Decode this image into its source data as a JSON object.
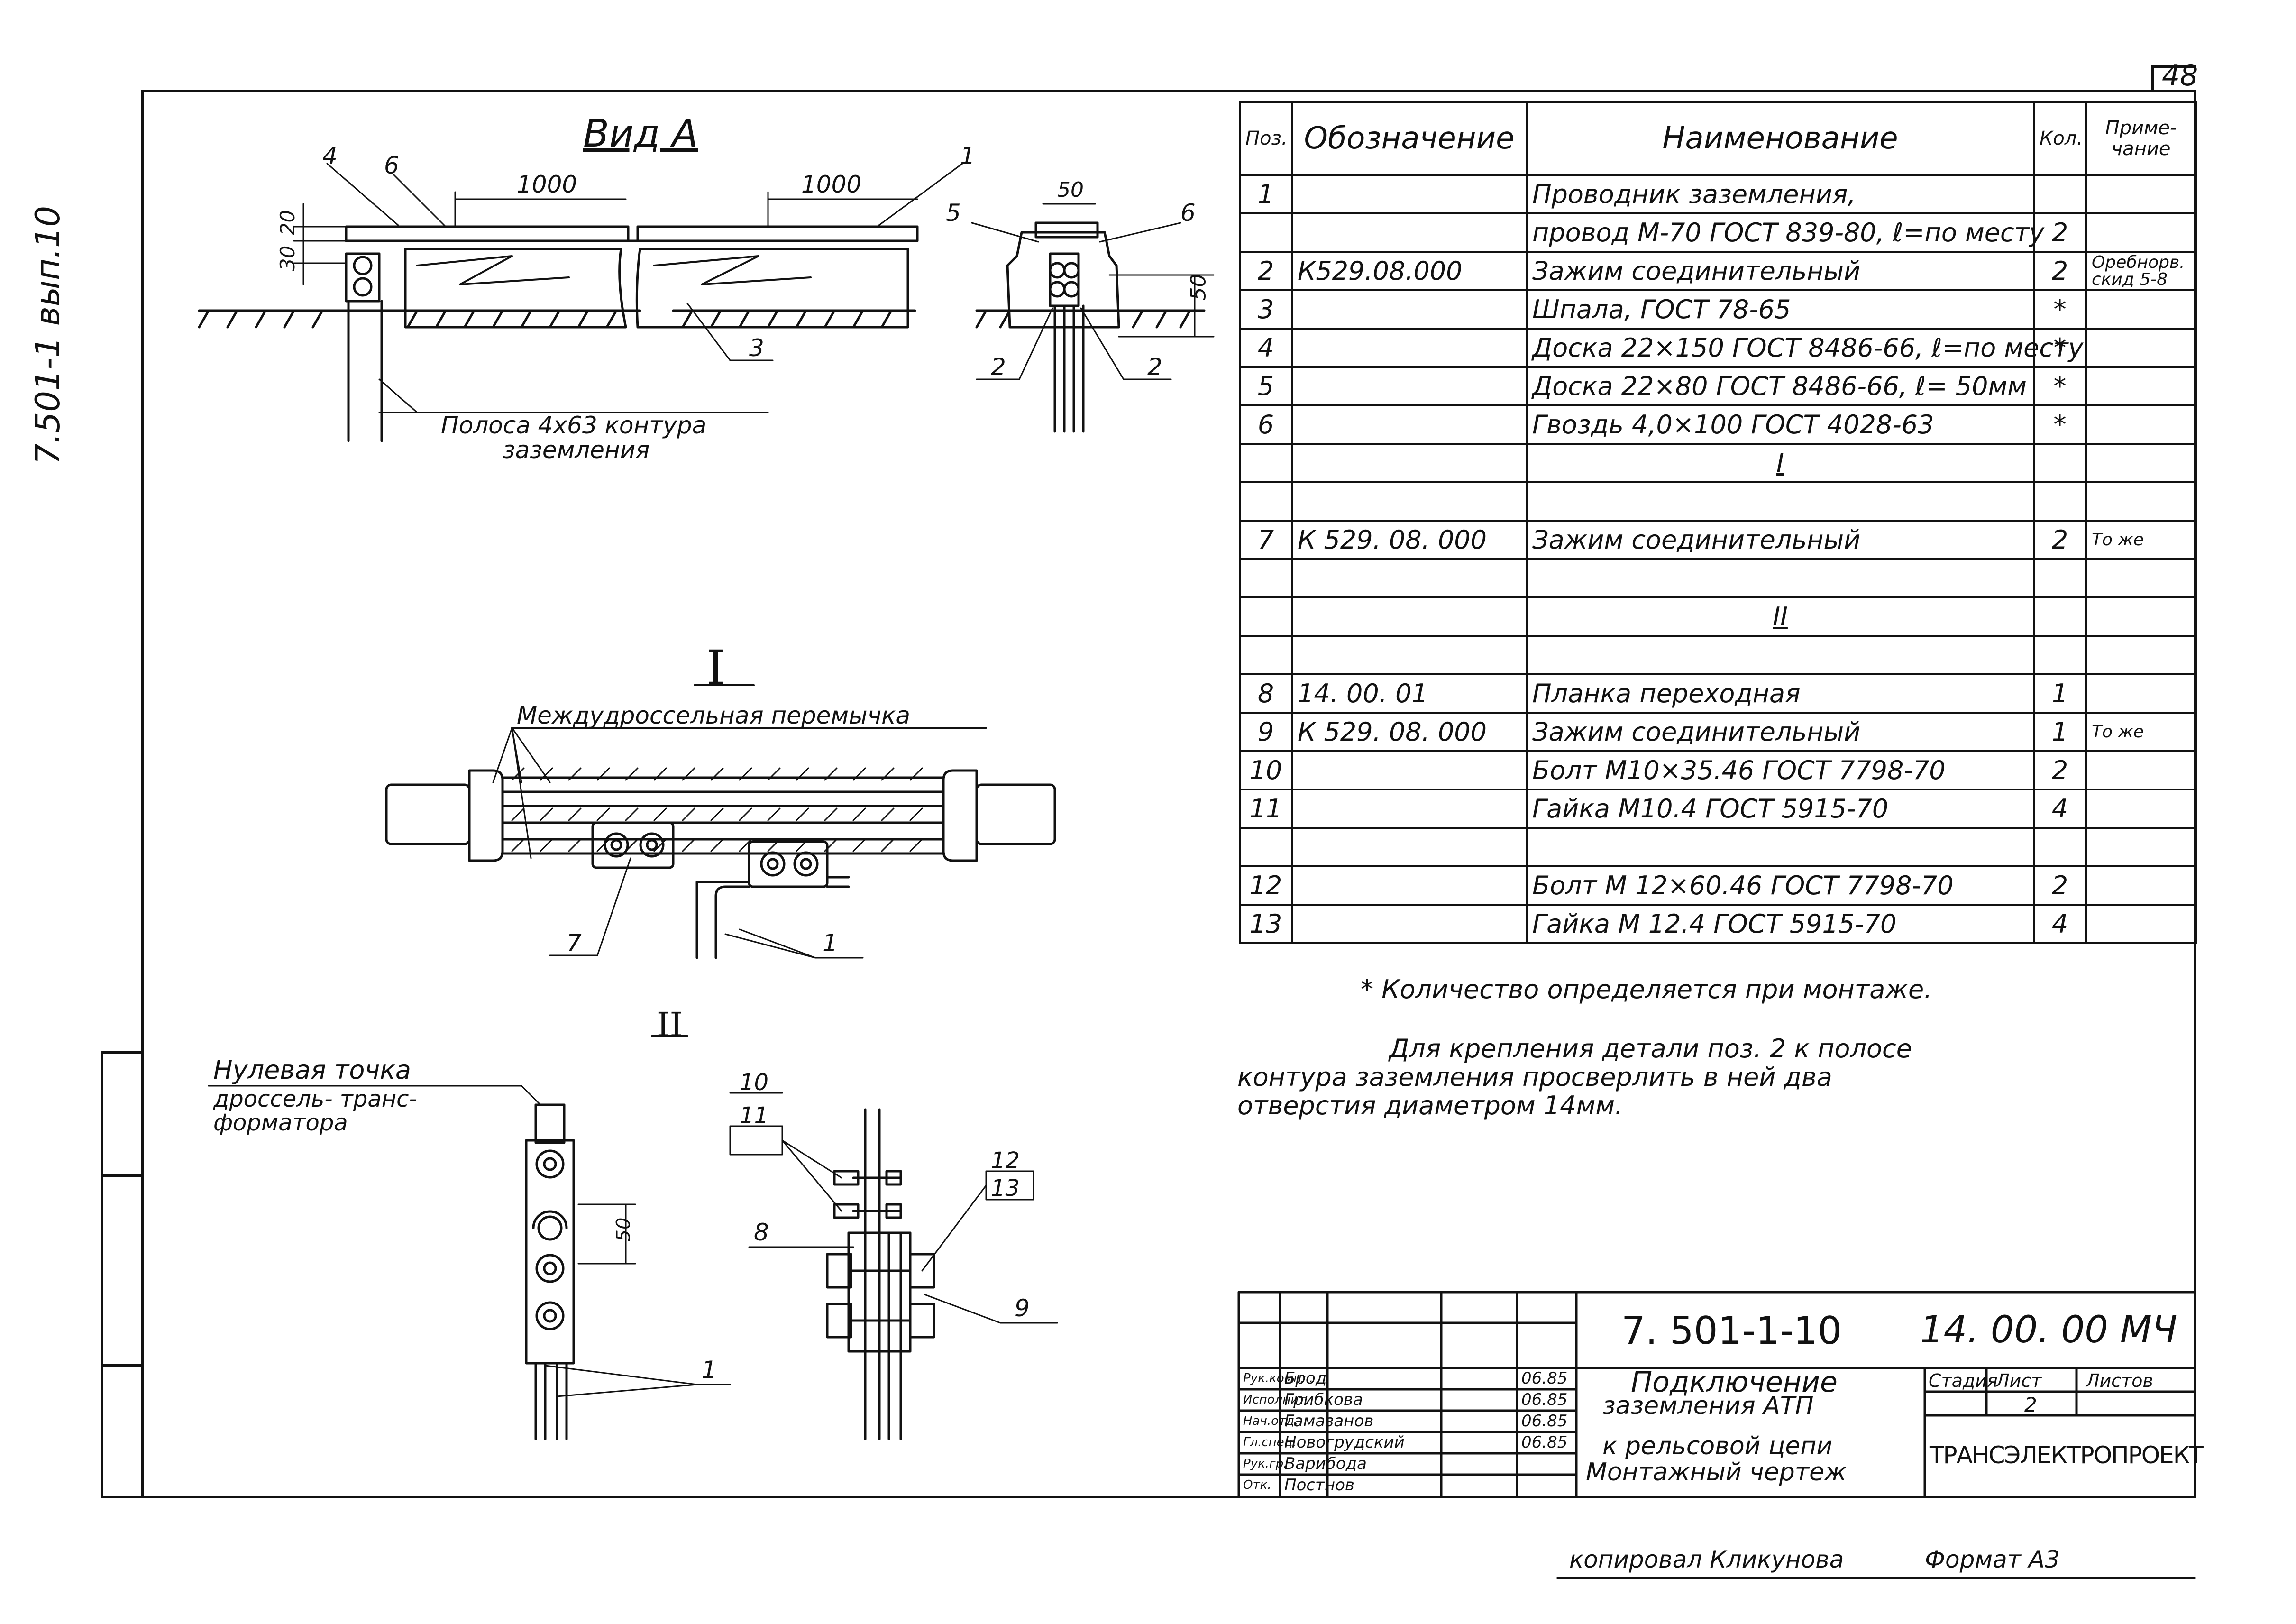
{
  "side_code": "7.501-1 вып.10",
  "sheet_corner": "48",
  "view_a": {
    "title": "Вид А",
    "dim_1000_a": "1000",
    "dim_1000_b": "1000",
    "dim_20": "20",
    "dim_30": "30",
    "dim_50_top": "50",
    "dim_50_side": "50",
    "callout_1": "1",
    "callout_2a": "2",
    "callout_2b": "2",
    "callout_3": "3",
    "callout_4": "4",
    "callout_5": "5",
    "callout_6a": "6",
    "callout_6b": "6",
    "strip_label_1": "Полоса 4х63  контура",
    "strip_label_2": "заземления"
  },
  "view_i": {
    "title": "I",
    "jumper_label": "Междудроссельная перемычка",
    "callout_7": "7",
    "callout_1": "1"
  },
  "view_ii": {
    "title": "II",
    "zero_point_1": "Нулевая  точка",
    "zero_point_2": "дроссель- транс-",
    "zero_point_3": "форматора",
    "dim_50": "50",
    "callout_10": "10",
    "callout_11": "11",
    "callout_12": "12",
    "callout_13": "13",
    "callout_8": "8",
    "callout_9": "9",
    "callout_1": "1"
  },
  "table": {
    "headers": {
      "pos": "Поз.",
      "designation": "Обозначение",
      "name": "Наименование",
      "qty": "Кол.",
      "note": "Приме-чание"
    },
    "rows": [
      {
        "pos": "1",
        "designation": "",
        "name": "Проводник  заземления,",
        "qty": "",
        "note": "",
        "center": false
      },
      {
        "pos": "",
        "designation": "",
        "name": "провод М-70 ГОСТ 839-80, ℓ=по месту",
        "qty": "2",
        "note": "",
        "center": false
      },
      {
        "pos": "2",
        "designation": "К529.08.000",
        "name": "Зажим  соединительный",
        "qty": "2",
        "note": "Оребнорв. скид 5-8",
        "center": false
      },
      {
        "pos": "3",
        "designation": "",
        "name": "Шпала,  ГОСТ  78-65",
        "qty": "*",
        "note": "",
        "center": false
      },
      {
        "pos": "4",
        "designation": "",
        "name": "Доска  22×150  ГОСТ 8486-66, ℓ=по месту",
        "qty": "*",
        "note": "",
        "center": false
      },
      {
        "pos": "5",
        "designation": "",
        "name": "Доска  22×80  ГОСТ 8486-66, ℓ= 50мм",
        "qty": "*",
        "note": "",
        "center": false
      },
      {
        "pos": "6",
        "designation": "",
        "name": "Гвоздь  4,0×100  ГОСТ  4028-63",
        "qty": "*",
        "note": "",
        "center": false
      },
      {
        "pos": "",
        "designation": "",
        "name": "I",
        "qty": "",
        "note": "",
        "center": true
      },
      {
        "pos": "",
        "designation": "",
        "name": "",
        "qty": "",
        "note": "",
        "center": false
      },
      {
        "pos": "7",
        "designation": "К 529. 08. 000",
        "name": "Зажим  соединительный",
        "qty": "2",
        "note": "То же",
        "center": false
      },
      {
        "pos": "",
        "designation": "",
        "name": "",
        "qty": "",
        "note": "",
        "center": false
      },
      {
        "pos": "",
        "designation": "",
        "name": "II",
        "qty": "",
        "note": "",
        "center": true
      },
      {
        "pos": "",
        "designation": "",
        "name": "",
        "qty": "",
        "note": "",
        "center": false
      },
      {
        "pos": "8",
        "designation": "14. 00. 01",
        "name": "Планка  переходная",
        "qty": "1",
        "note": "",
        "center": false
      },
      {
        "pos": "9",
        "designation": "К 529. 08. 000",
        "name": "Зажим  соединительный",
        "qty": "1",
        "note": "То же",
        "center": false
      },
      {
        "pos": "10",
        "designation": "",
        "name": "Болт  М10×35.46  ГОСТ 7798-70",
        "qty": "2",
        "note": "",
        "center": false
      },
      {
        "pos": "11",
        "designation": "",
        "name": "Гайка  М10.4   ГОСТ  5915-70",
        "qty": "4",
        "note": "",
        "center": false
      },
      {
        "pos": "",
        "designation": "",
        "name": "",
        "qty": "",
        "note": "",
        "center": false
      },
      {
        "pos": "12",
        "designation": "",
        "name": "Болт М 12×60.46  ГОСТ 7798-70",
        "qty": "2",
        "note": "",
        "center": false
      },
      {
        "pos": "13",
        "designation": "",
        "name": "Гайка М 12.4   ГОСТ  5915-70",
        "qty": "4",
        "note": "",
        "center": false
      }
    ]
  },
  "notes": {
    "star_note": "*  Количество  определяется  при  монтаже.",
    "para_1": "Для  крепления  детали  поз. 2  к  полосе",
    "para_2": "контура заземления  просверлить  в  ней  два",
    "para_3": "отверстия  диаметром  14мм."
  },
  "title_block": {
    "doc_code": "7. 501-1-10",
    "drawing_code": "14. 00. 00 МЧ",
    "title_1": "Подключение",
    "title_2": "заземления  АТП",
    "title_3": "к рельсовой  цепи",
    "title_4": "Монтажный  чертеж",
    "stage_label": "Стадия",
    "sheet_label": "Лист",
    "sheets_label": "Листов",
    "sheet_value": "2",
    "org": "ТРАНСЭЛЕКТРОПРОЕКТ",
    "signatures": [
      {
        "role": "Рук.компл.",
        "name": "Брод",
        "date": "06.85"
      },
      {
        "role": "Исполнит.",
        "name": "Грибкова",
        "date": "06.85"
      },
      {
        "role": "Нач.отд.",
        "name": "Гамазанов",
        "date": "06.85"
      },
      {
        "role": "Гл.спец.",
        "name": "Новогрудский",
        "date": "06.85"
      },
      {
        "role": "Рук.гр.",
        "name": "Варибода",
        "date": ""
      },
      {
        "role": "Отк.",
        "name": "Постнов",
        "date": ""
      }
    ]
  },
  "footer": {
    "copied": "копировал Кликунова",
    "format": "Формат А3"
  }
}
